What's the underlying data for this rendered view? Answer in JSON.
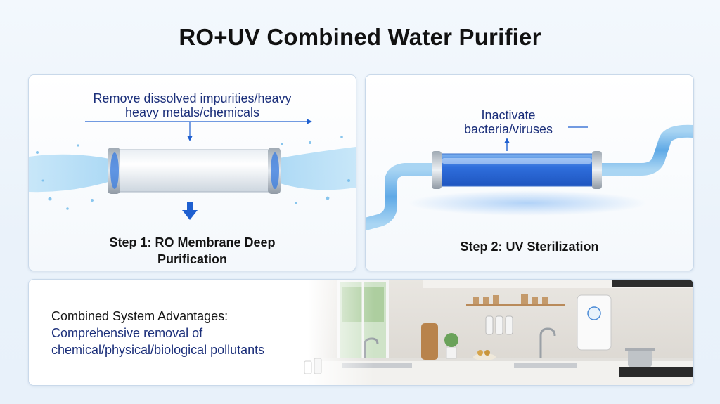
{
  "title": "RO+UV Combined Water Purifier",
  "step1": {
    "caption_line1": "Remove dissolved impurities/heavy",
    "caption_line2": "heavy metals/chemicals",
    "label_line1": "Step 1: RO Membrane Deep",
    "label_line2": "Purification"
  },
  "step2": {
    "caption_line1": "Inactivate",
    "caption_line2": "bacteria/viruses",
    "label": "Step 2:  UV Sterilization"
  },
  "advantages": {
    "heading": "Combined System Advantages:",
    "line1": "Comprehensive removal of",
    "line2": "chemical/physical/biological pollutants"
  },
  "colors": {
    "accent_blue": "#1e5fd0",
    "text_navy": "#1b2f7a",
    "water_blue": "#7fc3ee"
  }
}
